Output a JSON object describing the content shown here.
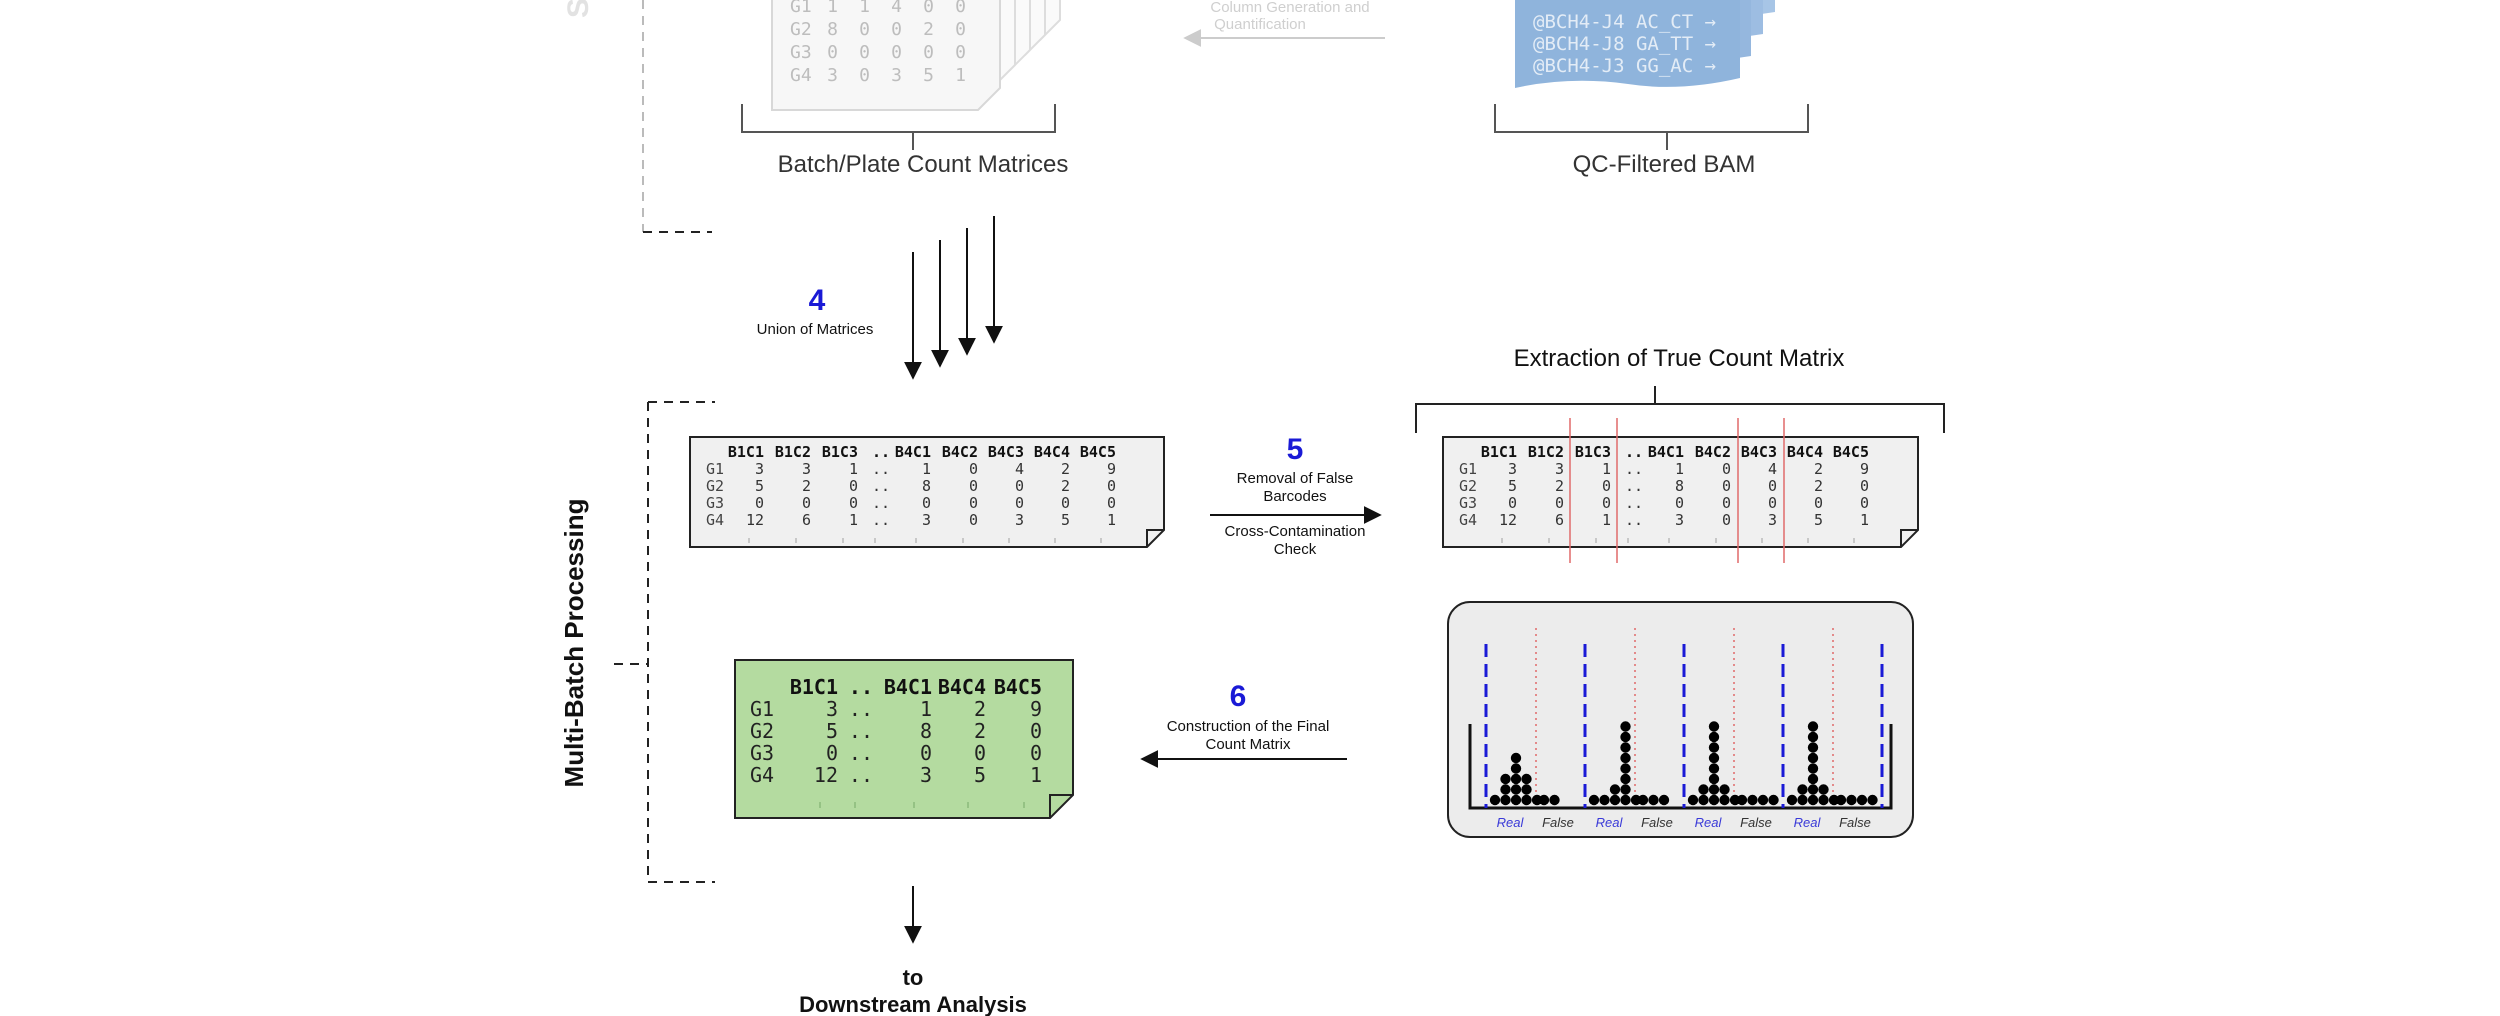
{
  "top": {
    "faded_left_letters": "S",
    "faded_matrix": {
      "rows": [
        [
          "G1",
          "1",
          "1",
          "4",
          "0",
          "0"
        ],
        [
          "G2",
          "8",
          "0",
          "0",
          "2",
          "0"
        ],
        [
          "G3",
          "0",
          "0",
          "0",
          "0",
          "0"
        ],
        [
          "G4",
          "3",
          "0",
          "3",
          "5",
          "1"
        ]
      ]
    },
    "faded_arrow_label_line1": "Column Generation and",
    "faded_arrow_label_line2": "Quantification",
    "bam_lines": [
      "@BCH4-J4  AC_CT →",
      "@BCH4-J8  GA_TT →",
      "@BCH4-J3  GG_AC →"
    ],
    "left_caption": "Batch/Plate Count Matrices",
    "right_caption": "QC-Filtered BAM"
  },
  "steps": {
    "step4": {
      "number": "4",
      "label": "Union of Matrices"
    },
    "step5": {
      "number": "5",
      "label_line1": "Removal of False",
      "label_line2": "Barcodes",
      "sub_line1": "Cross-Contamination",
      "sub_line2": "Check"
    },
    "step6": {
      "number": "6",
      "label_line1": "Construction of the Final",
      "label_line2": "Count Matrix"
    }
  },
  "section_label": "Multi-Batch Processing",
  "extraction_title": "Extraction of True Count Matrix",
  "union_matrix": {
    "header": [
      "B1C1",
      "B1C2",
      "B1C3",
      "..",
      "B4C1",
      "B4C2",
      "B4C3",
      "B4C4",
      "B4C5"
    ],
    "rows": [
      [
        "G1",
        "3",
        "3",
        "1",
        "..",
        "1",
        "0",
        "4",
        "2",
        "9"
      ],
      [
        "G2",
        "5",
        "2",
        "0",
        "..",
        "8",
        "0",
        "0",
        "2",
        "0"
      ],
      [
        "G3",
        "0",
        "0",
        "0",
        "..",
        "0",
        "0",
        "0",
        "0",
        "0"
      ],
      [
        "G4",
        "12",
        "6",
        "1",
        "..",
        "3",
        "0",
        "3",
        "5",
        "1"
      ]
    ]
  },
  "final_matrix": {
    "header": [
      "B1C1",
      "..",
      "B4C1",
      "B4C4",
      "B4C5"
    ],
    "rows": [
      [
        "G1",
        "3",
        "..",
        "1",
        "2",
        "9"
      ],
      [
        "G2",
        "5",
        "..",
        "8",
        "2",
        "0"
      ],
      [
        "G3",
        "0",
        "..",
        "0",
        "0",
        "0"
      ],
      [
        "G4",
        "12",
        "..",
        "3",
        "5",
        "1"
      ]
    ]
  },
  "histogram": {
    "groups": [
      {
        "real_label": "Real",
        "false_label": "False",
        "real_counts": [
          1,
          3,
          5,
          3,
          1
        ],
        "false_counts": [
          1,
          1
        ]
      },
      {
        "real_label": "Real",
        "false_label": "False",
        "real_counts": [
          1,
          1,
          2,
          8,
          1
        ],
        "false_counts": [
          1,
          1,
          1
        ]
      },
      {
        "real_label": "Real",
        "false_label": "False",
        "real_counts": [
          1,
          2,
          8,
          2,
          1
        ],
        "false_counts": [
          1,
          1,
          1,
          1
        ]
      },
      {
        "real_label": "Real",
        "false_label": "False",
        "real_counts": [
          1,
          2,
          8,
          2,
          1
        ],
        "false_counts": [
          1,
          1,
          1,
          1
        ]
      }
    ]
  },
  "downstream_line1": "to",
  "downstream_line2": "Downstream Analysis",
  "colors": {
    "step_number": "#1a1ad6",
    "real_label": "#3a3ad8",
    "final_matrix_fill": "#b4dba0",
    "bam_fill": "#8fb4dc",
    "contamination_line": "#e06a6a",
    "paper_fill": "#f0f0f0"
  }
}
